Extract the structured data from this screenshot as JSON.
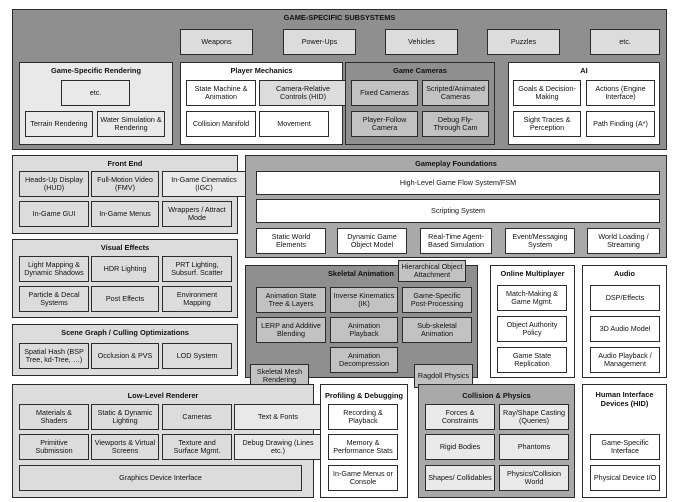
{
  "subsystems": {
    "title": "GAME-SPECIFIC SUBSYSTEMS",
    "top_items": [
      "Weapons",
      "Power-Ups",
      "Vehicles",
      "Puzzles",
      "etc."
    ],
    "rendering": {
      "title": "Game-Specific Rendering",
      "items": [
        "etc.",
        "Terrain Rendering",
        "Water Simulation & Rendering"
      ]
    },
    "player": {
      "title": "Player Mechanics",
      "items": [
        "State Machine & Animation",
        "Camera-Relative Controls (HID)",
        "Collision Manifold",
        "Movement"
      ]
    },
    "cameras": {
      "title": "Game Cameras",
      "items": [
        "Fixed Cameras",
        "Scripted/Animated Cameras",
        "Player-Follow Camera",
        "Debug Fly-Through Cam"
      ]
    },
    "ai": {
      "title": "AI",
      "items": [
        "Goals & Decision-Making",
        "Actions (Engine Interface)",
        "Sight Traces & Perception",
        "Path Finding (A*)"
      ]
    }
  },
  "front_end": {
    "title": "Front End",
    "items": [
      "Heads-Up Display (HUD)",
      "Full-Motion Video (FMV)",
      "In-Game Cinematics (IGC)",
      "In-Game GUI",
      "In-Game Menus",
      "Wrappers / Attract Mode"
    ]
  },
  "visual_effects": {
    "title": "Visual Effects",
    "items": [
      "Light Mapping & Dynamic Shadows",
      "HDR Lighting",
      "PRT Lighting, Subsurf. Scatter",
      "Particle & Decal Systems",
      "Post Effects",
      "Environment Mapping"
    ]
  },
  "scene_graph": {
    "title": "Scene Graph / Culling Optimizations",
    "items": [
      "Spatial Hash (BSP Tree, kd-Tree, …)",
      "Occlusion & PVS",
      "LOD System"
    ]
  },
  "gameplay": {
    "title": "Gameplay Foundations",
    "items": [
      "High-Level Game Flow System/FSM",
      "Scripting System",
      "Static World Elements",
      "Dynamic Game Object Model",
      "Real-Time Agent-Based Simulation",
      "Event/Messaging System",
      "World Loading / Streaming"
    ]
  },
  "skeletal": {
    "title": "Skeletal Animation",
    "items": [
      "Animation State Tree & Layers",
      "Inverse Kinematics (IK)",
      "Game-Specific Post-Processing",
      "LERP and Additive Blending",
      "Animation Playback",
      "Sub-skeletal Animation",
      "Animation Decompression"
    ]
  },
  "hierarchical": "Hierarchical Object Attachment",
  "skeletal_mesh": "Skeletal Mesh Rendering",
  "ragdoll": "Ragdoll Physics",
  "online": {
    "title": "Online Multiplayer",
    "items": [
      "Match-Making & Game Mgmt.",
      "Object Authority Policy",
      "Game State Replication"
    ]
  },
  "audio": {
    "title": "Audio",
    "items": [
      "DSP/Effects",
      "3D Audio Model",
      "Audio Playback / Management"
    ]
  },
  "low_level": {
    "title": "Low-Level Renderer",
    "items": [
      "Materials & Shaders",
      "Static & Dynamic Lighting",
      "Cameras",
      "Text & Fonts",
      "Primitive Submission",
      "Viewports & Virtual Screens",
      "Texture and Surface Mgmt.",
      "Debug Drawing (Lines etc.)",
      "Graphics Device Interface"
    ]
  },
  "profiling": {
    "title": "Profiling & Debugging",
    "items": [
      "Recording & Playback",
      "Memory & Performance Stats",
      "In-Game Menus or Console"
    ]
  },
  "collision": {
    "title": "Collision & Physics",
    "items": [
      "Forces & Constraints",
      "Ray/Shape Casting (Queries)",
      "Rigid Bodies",
      "Phantoms",
      "Shapes/ Collidables",
      "Physics/Collision World"
    ]
  },
  "hid": {
    "title": "Human Interface Devices (HID)",
    "items": [
      "Game-Specific Interface",
      "Physical Device I/O"
    ]
  }
}
